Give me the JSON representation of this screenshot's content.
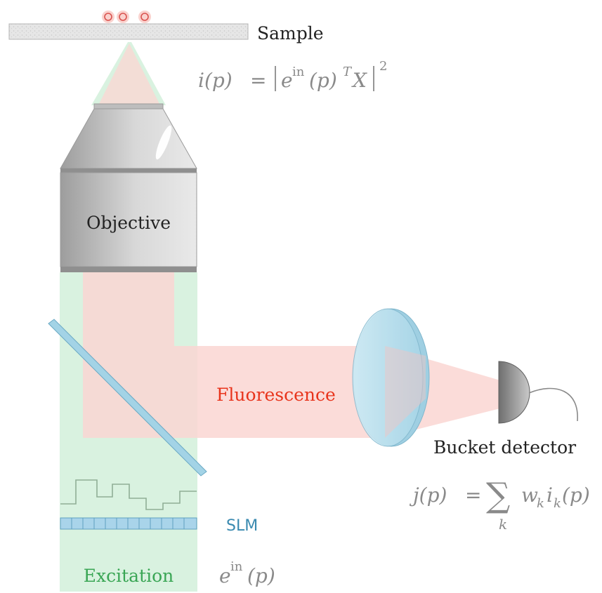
{
  "labels": {
    "sample": "Sample",
    "objective": "Objective",
    "fluorescence": "Fluorescence",
    "bucket_detector": "Bucket detector",
    "slm": "SLM",
    "excitation": "Excitation"
  },
  "equations": {
    "intensity": "i(p) = |e^in(p)^T X|^2",
    "bucket": "j(p) = Σ_k w_k i_k(p)",
    "excitation_field": "e^in(p)"
  },
  "colors": {
    "excitation_beam": "#d9f2e0",
    "fluorescence_beam": "#fbd6d2",
    "fluorescence_label": "#e8341c",
    "excitation_label": "#3aa655",
    "slm_label": "#3a8ab0",
    "slm_fill": "#a9d4ea",
    "dichroic": "#a3d3e6",
    "lens": "#bfe3ef",
    "objective_body": "#cfcfcf",
    "equation_text": "#8a8a8a"
  },
  "icons": {
    "sample": "sample-slide",
    "objective": "microscope-objective",
    "mirror": "dichroic-mirror",
    "lens": "convex-lens",
    "detector": "bucket-detector",
    "slm": "spatial-light-modulator"
  }
}
